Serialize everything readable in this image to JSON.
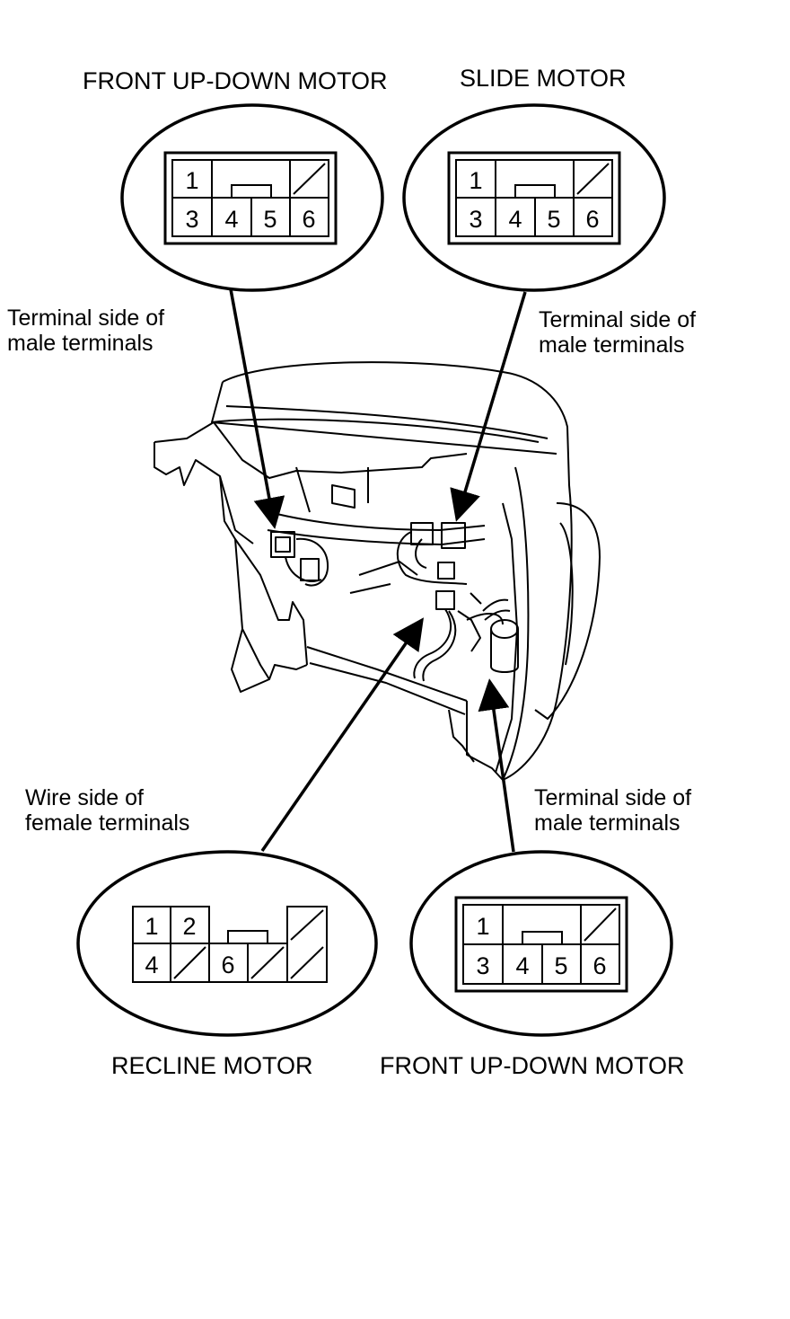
{
  "connectors": {
    "top_left": {
      "title": "FRONT UP-DOWN MOTOR",
      "top_row": [
        "1"
      ],
      "bottom_row": [
        "3",
        "4",
        "5",
        "6"
      ]
    },
    "top_right": {
      "title": "SLIDE MOTOR",
      "top_row": [
        "1"
      ],
      "bottom_row": [
        "3",
        "4",
        "5",
        "6"
      ]
    },
    "bottom_left": {
      "title": "RECLINE MOTOR",
      "top_row": [
        "1",
        "2"
      ],
      "bottom_row": [
        "4",
        "6"
      ]
    },
    "bottom_right": {
      "title": "FRONT UP-DOWN MOTOR",
      "top_row": [
        "1"
      ],
      "bottom_row": [
        "3",
        "4",
        "5",
        "6"
      ]
    }
  },
  "notes": {
    "top_left": [
      "Terminal side of",
      "male terminals"
    ],
    "top_right": [
      "Terminal side of",
      "male terminals"
    ],
    "bottom_left": [
      "Wire side of",
      "female terminals"
    ],
    "bottom_right": [
      "Terminal side of",
      "male terminals"
    ]
  },
  "colors": {
    "line": "#000000",
    "background": "#ffffff"
  }
}
